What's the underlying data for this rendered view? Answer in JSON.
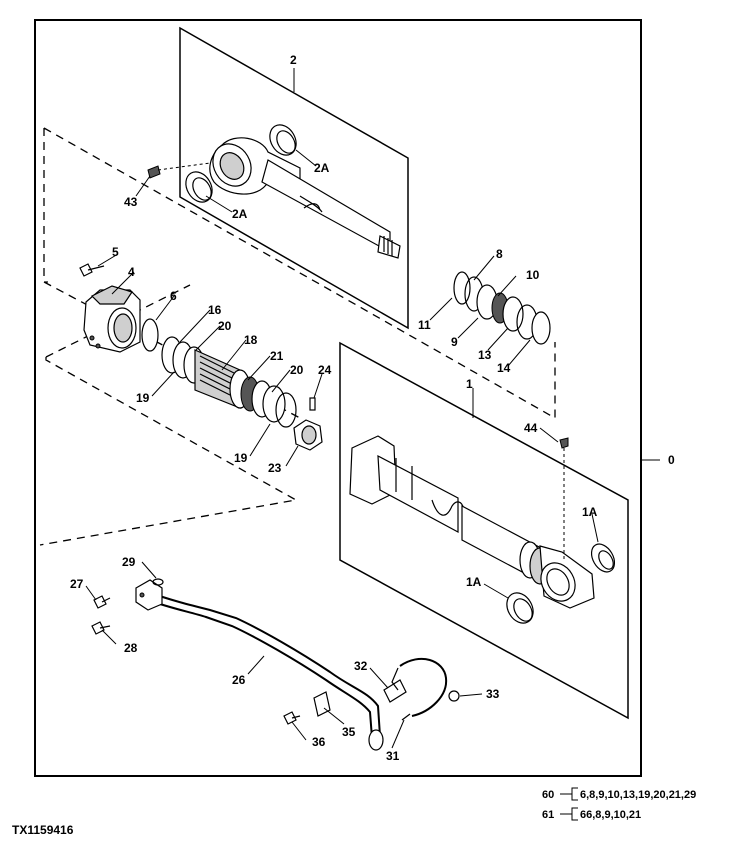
{
  "figure_id": "TX1159416",
  "labels": {
    "l0": "0",
    "l1": "1",
    "l1a_top": "1A",
    "l1a_bottom": "1A",
    "l2": "2",
    "l2a_top": "2A",
    "l2a_bottom": "2A",
    "l4": "4",
    "l5": "5",
    "l6": "6",
    "l8": "8",
    "l9": "9",
    "l10": "10",
    "l11": "11",
    "l13": "13",
    "l14": "14",
    "l16": "16",
    "l18": "18",
    "l19a": "19",
    "l19b": "19",
    "l20a": "20",
    "l20b": "20",
    "l21": "21",
    "l23": "23",
    "l24": "24",
    "l26": "26",
    "l27": "27",
    "l28": "28",
    "l29": "29",
    "l31": "31",
    "l32": "32",
    "l33": "33",
    "l35": "35",
    "l36": "36",
    "l43": "43",
    "l44": "44"
  },
  "kits": [
    {
      "number": "60",
      "items": "6,8,9,10,13,19,20,21,29"
    },
    {
      "number": "61",
      "items": "66,8,9,10,21"
    }
  ]
}
